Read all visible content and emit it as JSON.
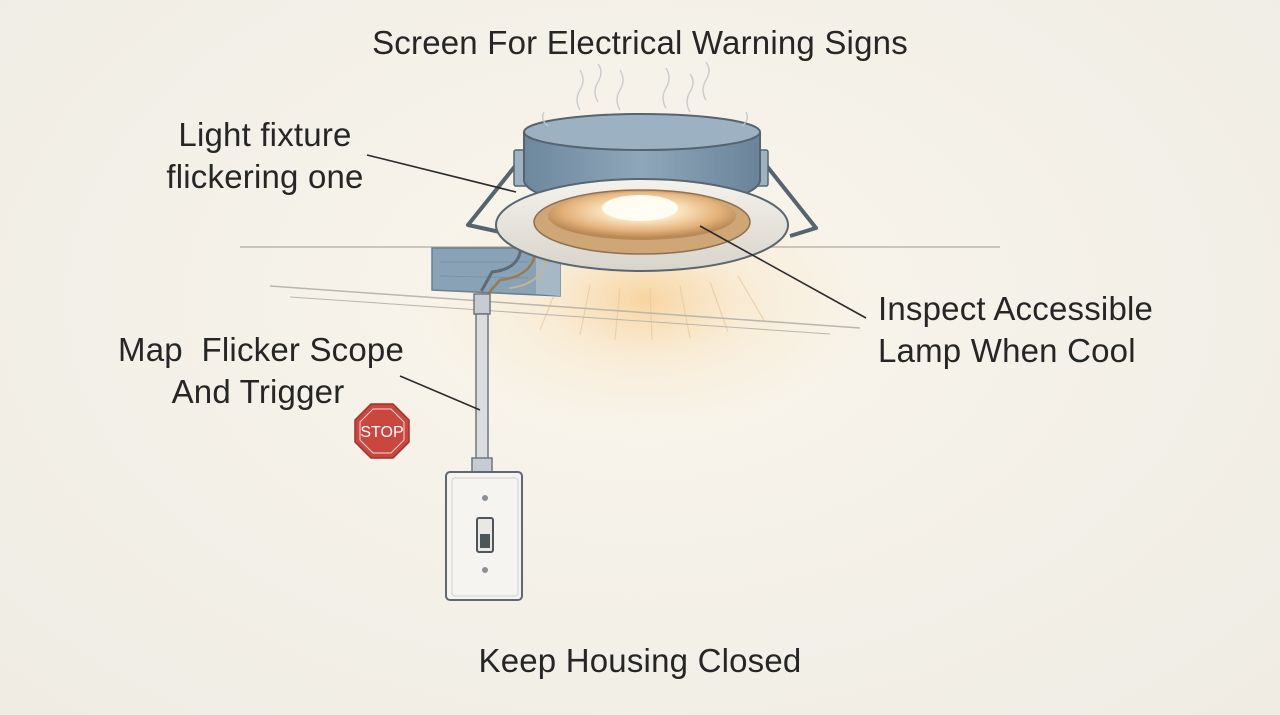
{
  "title": "Screen For Electrical Warning Signs",
  "labels": {
    "fixture": [
      "Light fixture",
      "flickering one"
    ],
    "inspect": [
      "Inspect Accessible",
      "Lamp When Cool"
    ],
    "map": [
      "Map  Flicker Scope",
      "And Trigger"
    ]
  },
  "stop_sign": "STOP",
  "footer": "Keep Housing Closed",
  "colors": {
    "stop_red": "#c9473f",
    "fixture_trim": "#e9e6df",
    "housing_blue": "#7f98ad",
    "warm_glow": "#f6c987"
  },
  "icons": [
    "stop-sign-icon",
    "light-switch-icon",
    "recessed-light-icon",
    "conduit-icon"
  ]
}
